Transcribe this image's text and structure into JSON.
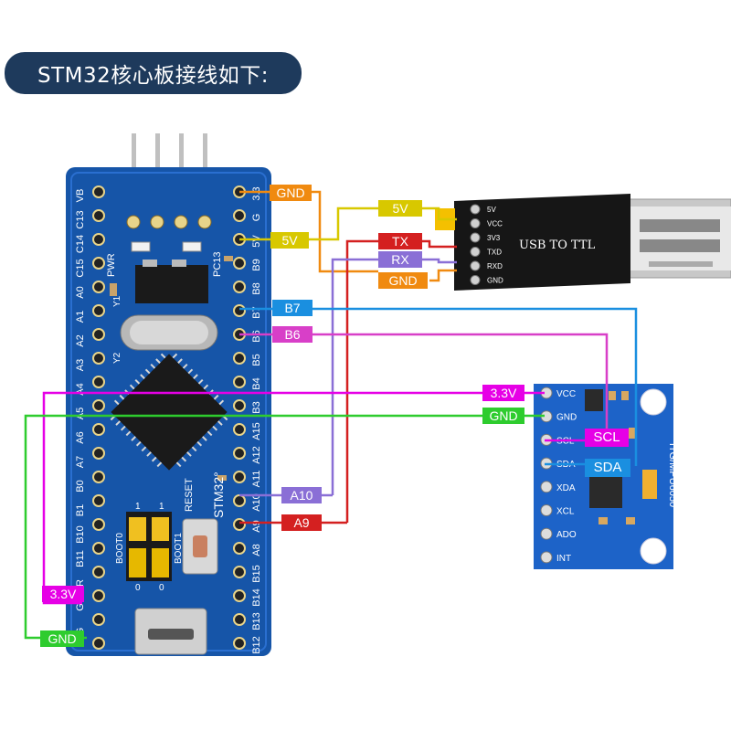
{
  "title": "STM32核心板接线如下:",
  "colors": {
    "gnd": "#2ecc2e",
    "v5": "#d8c800",
    "v33": "#e600e6",
    "tx": "#d42020",
    "rx": "#8a6fd6",
    "gnd_usb": "#f08a10",
    "b7": "#1a8fe0",
    "b6": "#d83fc8",
    "board_blue": "#1655a8",
    "module_blue": "#1d63c8",
    "usb_black": "#161616"
  },
  "stm32": {
    "left_pins": [
      "VB",
      "C13",
      "C14",
      "C15",
      "A0",
      "A1",
      "A2",
      "A3",
      "A4",
      "A5",
      "A6",
      "A7",
      "B0",
      "B1",
      "B10",
      "B11",
      "R",
      "G",
      "G"
    ],
    "right_pins": [
      "3.3",
      "G",
      "5V",
      "B9",
      "B8",
      "B7",
      "B6",
      "B5",
      "B4",
      "B3",
      "A15",
      "A12",
      "A11",
      "A10",
      "A9",
      "A8",
      "B15",
      "B14",
      "B13",
      "B12"
    ],
    "pwr": "PWR",
    "pc13": "PC13",
    "y1": "Y1",
    "y2": "Y2",
    "reset": "RESET",
    "brand": "STM32°",
    "boot0": "BOOT0",
    "boot1": "BOOT1",
    "jumper_0": "0",
    "jumper_1": "1"
  },
  "usb_ttl": {
    "name": "USB TO TTL",
    "pins": [
      "5V",
      "VCC",
      "3V3",
      "TXD",
      "RXD",
      "GND"
    ]
  },
  "mpu": {
    "pins": [
      "VCC",
      "GND",
      "SCL",
      "SDA",
      "XDA",
      "XCL",
      "ADO",
      "INT"
    ],
    "model": "ITG/MPU6050"
  },
  "labels": {
    "gnd_top": "GND",
    "v5_board": "5V",
    "v5_usb": "5V",
    "tx": "TX",
    "rx": "RX",
    "gnd_usb": "GND",
    "b7": "B7",
    "b6": "B6",
    "v33_mpu": "3.3V",
    "gnd_mpu": "GND",
    "scl": "SCL",
    "sda": "SDA",
    "a10": "A10",
    "a9": "A9",
    "v33_left": "3.3V",
    "gnd_left": "GND"
  }
}
